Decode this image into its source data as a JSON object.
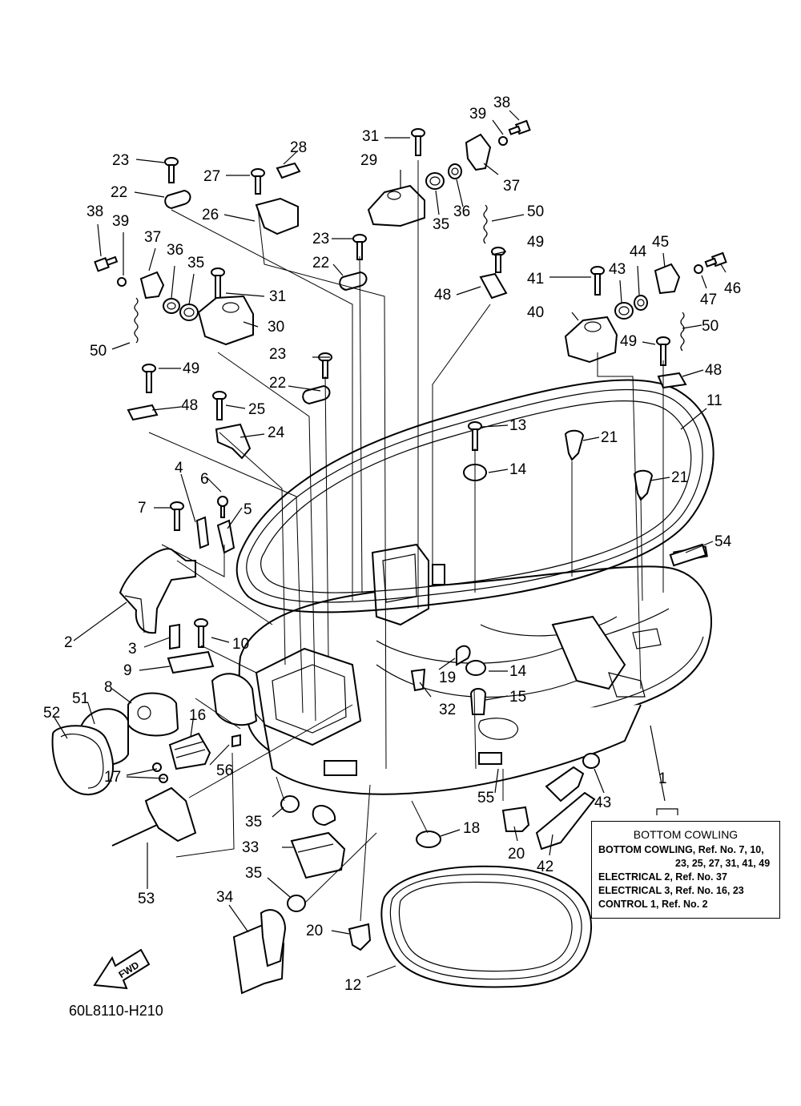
{
  "diagram_code": "60L8110-H210",
  "fwd_label": "FWD",
  "ref_box": {
    "title": "BOTTOM COWLING",
    "lines": [
      "BOTTOM COWLING,  Ref. No. 7, 10,",
      "23, 25, 27, 31, 41, 49",
      "ELECTRICAL 2,  Ref. No. 37",
      "ELECTRICAL 3,  Ref. No. 16, 23",
      "CONTROL 1,  Ref. No. 2"
    ]
  },
  "callouts": [
    "38",
    "39",
    "31",
    "29",
    "28",
    "23",
    "27",
    "22",
    "26",
    "35",
    "36",
    "37",
    "50",
    "23",
    "22",
    "49",
    "38",
    "39",
    "37",
    "36",
    "35",
    "31",
    "30",
    "41",
    "43",
    "44",
    "45",
    "46",
    "47",
    "40",
    "50",
    "49",
    "48",
    "48",
    "23",
    "22",
    "50",
    "49",
    "48",
    "25",
    "24",
    "13",
    "21",
    "11",
    "14",
    "21",
    "7",
    "4",
    "6",
    "5",
    "54",
    "2",
    "3",
    "10",
    "9",
    "19",
    "14",
    "15",
    "8",
    "32",
    "52",
    "51",
    "16",
    "56",
    "17",
    "1",
    "43",
    "55",
    "35",
    "18",
    "20",
    "42",
    "33",
    "53",
    "35",
    "34",
    "20",
    "12"
  ]
}
